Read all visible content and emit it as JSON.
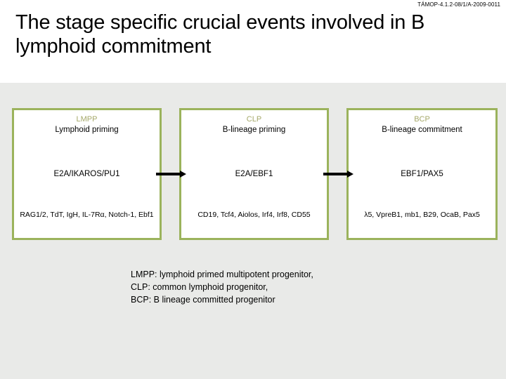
{
  "header": {
    "project_code": "TÁMOP-4.1.2-08/1/A-2009-0011"
  },
  "title": "The stage specific crucial events involved in B lymphoid commitment",
  "stages": [
    {
      "code": "LMPP",
      "description": "Lymphoid priming",
      "factors": "E2A/IKAROS/PU1",
      "genes": "RAG1/2, TdT, IgH, IL-7Rα, Notch-1, Ebf1"
    },
    {
      "code": "CLP",
      "description": "B-lineage priming",
      "factors": "E2A/EBF1",
      "genes": "CD19, Tcf4, Aiolos, Irf4, Irf8, CD55"
    },
    {
      "code": "BCP",
      "description": "B-lineage commitment",
      "factors": "EBF1/PAX5",
      "genes": "λ5, VpreB1, mb1, B29, OcaB, Pax5"
    }
  ],
  "legend": {
    "line1": "LMPP: lymphoid primed multipotent progenitor,",
    "line2": "CLP: common lymphoid progenitor,",
    "line3": "BCP: B lineage committed progenitor"
  },
  "colors": {
    "box_border": "#9bb35c",
    "stage_code_text": "#a5a869",
    "panel_background": "#e9eae8",
    "body_text": "#000000"
  }
}
